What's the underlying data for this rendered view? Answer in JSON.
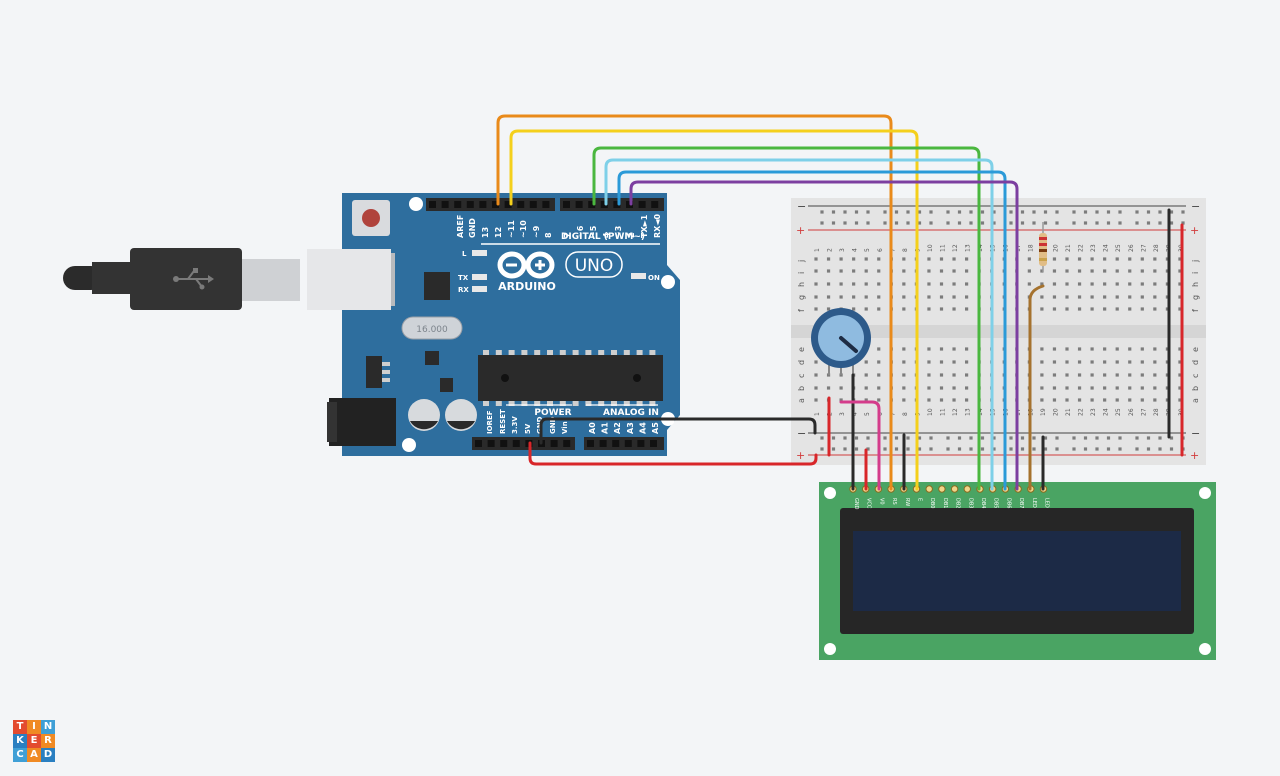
{
  "arduino": {
    "aref": "AREF",
    "gnd": "GND",
    "digital_pins": [
      "13",
      "12",
      "~11",
      "~10",
      "~9",
      "8",
      "7",
      "~6",
      "~5",
      "4",
      "~3",
      "2",
      "TX►1",
      "RX◄0"
    ],
    "digital_label": "DIGITAL (PWM~)",
    "brand": "ARDUINO",
    "model": "UNO",
    "led_l": "L",
    "led_tx": "TX",
    "led_rx": "RX",
    "led_on": "ON",
    "power_label": "POWER",
    "analog_label": "ANALOG IN",
    "power_pins": [
      "IOREF",
      "RESET",
      "3.3V",
      "5V",
      "GND",
      "GND",
      "Vin"
    ],
    "analog_pins": [
      "A0",
      "A1",
      "A2",
      "A3",
      "A4",
      "A5"
    ],
    "crystal": "16.000"
  },
  "breadboard": {
    "minus": "−",
    "plus": "+",
    "column_numbers": [
      "1",
      "2",
      "3",
      "4",
      "5",
      "6",
      "7",
      "8",
      "9",
      "10",
      "11",
      "12",
      "13",
      "14",
      "15",
      "16",
      "17",
      "18",
      "19",
      "20",
      "21",
      "22",
      "23",
      "24",
      "25",
      "26",
      "27",
      "28",
      "29",
      "30"
    ],
    "row_letters_top": [
      "j",
      "i",
      "h",
      "g",
      "f"
    ],
    "row_letters_bottom": [
      "e",
      "d",
      "c",
      "b",
      "a"
    ]
  },
  "lcd": {
    "pins": [
      "GND",
      "VCC",
      "V0",
      "RS",
      "RW",
      "E",
      "DB0",
      "DB1",
      "DB2",
      "DB3",
      "DB4",
      "DB5",
      "DB6",
      "DB7",
      "LED",
      "LED"
    ]
  },
  "logo": {
    "letters": [
      "T",
      "I",
      "N",
      "K",
      "E",
      "R",
      "C",
      "A",
      "D"
    ],
    "colors": [
      "#e34b2f",
      "#f08a24",
      "#3f9fd6",
      "#2a7fc1",
      "#e34b2f",
      "#f08a24",
      "#3f9fd6",
      "#f08a24",
      "#2a7fc1"
    ]
  },
  "colors": {
    "board_blue": "#2e6e9e",
    "breadboard": "#e4e4e4",
    "lcd_green": "#4aa463",
    "lcd_screen": "#1c2a46",
    "wire_orange": "#e98a1a",
    "wire_yellow": "#f4d01c",
    "wire_green": "#4ab73f",
    "wire_lightblue": "#7ed0e8",
    "wire_blue": "#2b9ad8",
    "wire_purple": "#7c3fa0",
    "wire_red": "#d8262a",
    "wire_black": "#2a2a2a",
    "wire_pink": "#d43c8b",
    "wire_brown": "#a5722e"
  }
}
